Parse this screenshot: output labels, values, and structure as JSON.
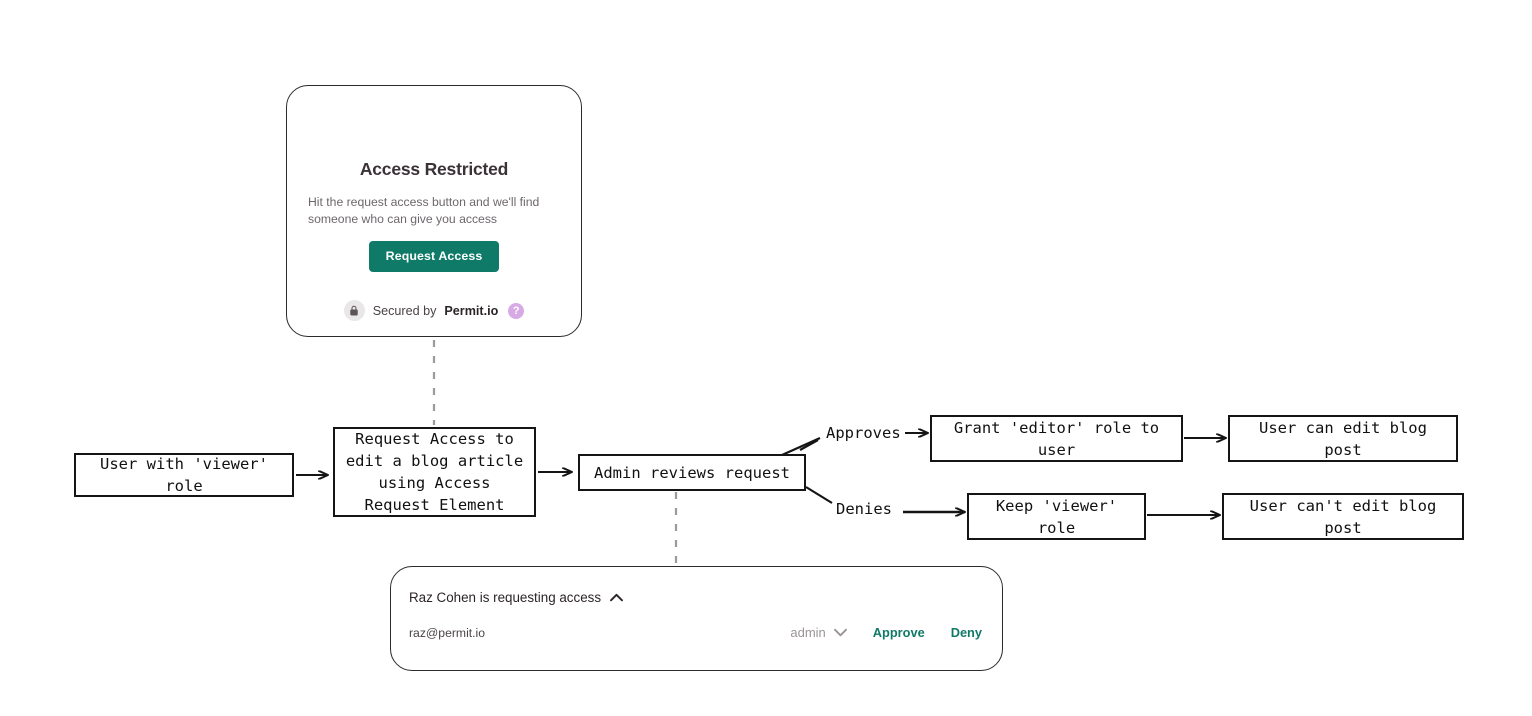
{
  "access_restricted_card": {
    "title": "Access Restricted",
    "subtitle": "Hit the request access button and we'll find someone who can give you access",
    "request_button_label": "Request Access",
    "secured_prefix": "Secured by",
    "brand": "Permit.io",
    "help_badge_label": "?",
    "lock_icon": "lock-icon",
    "help_icon": "question-mark-icon",
    "accent_color": "#107a68",
    "help_badge_color": "#d7aae6",
    "title_color": "#3b3238",
    "subtitle_color": "#6e676c"
  },
  "flowchart": {
    "nodes": [
      {
        "id": "user-viewer",
        "label": "User with 'viewer'\nrole"
      },
      {
        "id": "request-access",
        "label": "Request Access to\nedit a blog article\nusing Access\nRequest Element"
      },
      {
        "id": "admin-reviews",
        "label": "Admin reviews request"
      },
      {
        "id": "grant-editor",
        "label": "Grant 'editor' role to\nuser"
      },
      {
        "id": "keep-viewer",
        "label": "Keep 'viewer'\nrole"
      },
      {
        "id": "can-edit",
        "label": "User can edit blog\npost"
      },
      {
        "id": "cannot-edit",
        "label": "User can't edit blog\npost"
      }
    ],
    "edge_labels": [
      {
        "id": "approves",
        "label": "Approves"
      },
      {
        "id": "denies",
        "label": "Denies"
      }
    ],
    "border_color": "#151515",
    "dashed_connector_color": "#9a9a9a"
  },
  "approval_panel": {
    "title": "Raz Cohen is requesting access",
    "collapse_icon": "chevron-up-icon",
    "email": "raz@permit.io",
    "role_value": "admin",
    "role_icon": "chevron-down-icon",
    "approve_label": "Approve",
    "deny_label": "Deny",
    "accent_color": "#107a68",
    "role_color": "#9a9498"
  }
}
